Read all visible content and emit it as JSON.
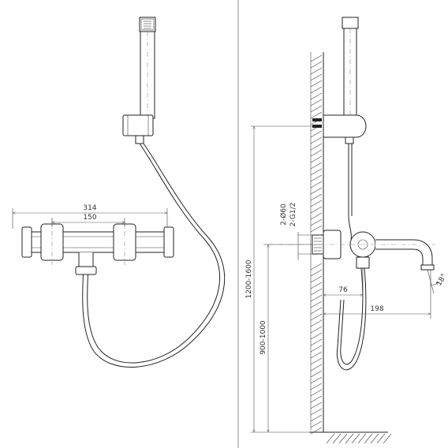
{
  "dimensions": {
    "front_overall_width": "314",
    "front_center_distance": "150",
    "side_inlets_a": "2-Ø60",
    "side_inlets_b": "2-G1/2",
    "side_height_range_upper": "1200-1600",
    "side_height_range_lower": "900-1000",
    "side_spout_offset": "76",
    "side_spout_length": "198",
    "side_spout_angle": "18°"
  }
}
